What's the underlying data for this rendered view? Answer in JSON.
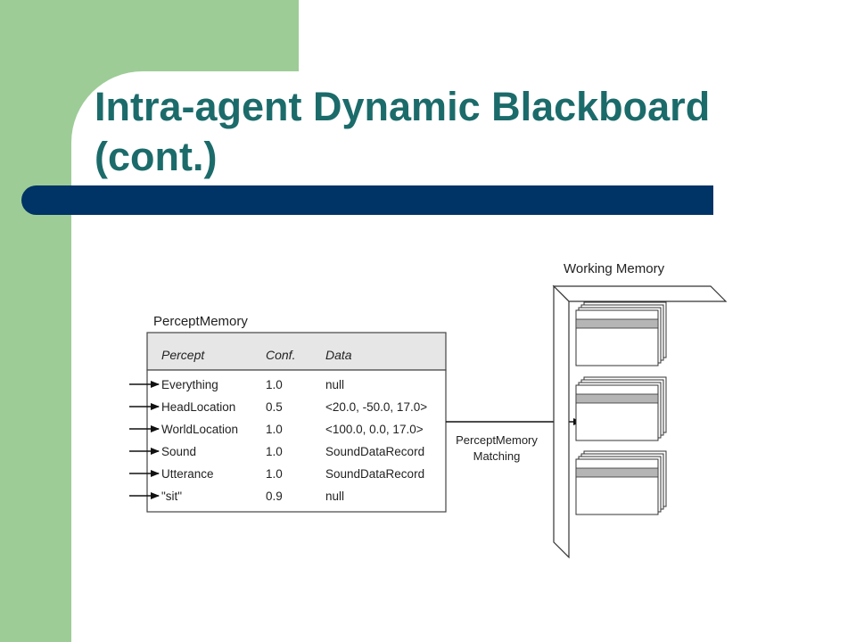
{
  "slide": {
    "title_line1": "Intra-agent Dynamic Blackboard",
    "title_line2": "(cont.)"
  },
  "diagram": {
    "percept_memory_label": "PerceptMemory",
    "working_memory_label": "Working Memory",
    "headers": {
      "percept": "Percept",
      "conf": "Conf.",
      "data": "Data"
    },
    "rows": [
      {
        "percept": "Everything",
        "conf": "1.0",
        "data": "null"
      },
      {
        "percept": "HeadLocation",
        "conf": "0.5",
        "data": "<20.0, -50.0, 17.0>"
      },
      {
        "percept": "WorldLocation",
        "conf": "1.0",
        "data": "<100.0, 0.0, 17.0>"
      },
      {
        "percept": "Sound",
        "conf": "1.0",
        "data": "SoundDataRecord"
      },
      {
        "percept": "Utterance",
        "conf": "1.0",
        "data": "SoundDataRecord"
      },
      {
        "percept": "\"sit\"",
        "conf": "0.9",
        "data": "null"
      }
    ],
    "matching_label_line1": "PerceptMemory",
    "matching_label_line2": "Matching"
  }
}
